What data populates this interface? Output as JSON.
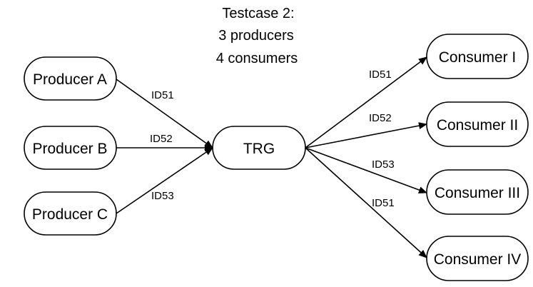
{
  "title": {
    "lines": [
      "Testcase 2:",
      "3 producers",
      "4 consumers"
    ]
  },
  "nodes": {
    "producer_a": "Producer A",
    "producer_b": "Producer B",
    "producer_c": "Producer C",
    "trg": "TRG",
    "consumer_1": "Consumer I",
    "consumer_2": "Consumer II",
    "consumer_3": "Consumer III",
    "consumer_4": "Consumer IV"
  },
  "edges": {
    "a_to_trg": "ID51",
    "b_to_trg": "ID52",
    "c_to_trg": "ID53",
    "trg_to_c1": "ID51",
    "trg_to_c2": "ID52",
    "trg_to_c3": "ID53",
    "trg_to_c4": "ID51"
  }
}
